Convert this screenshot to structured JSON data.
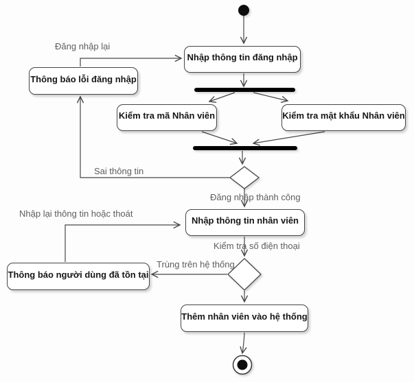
{
  "diagram": {
    "kind": "uml-activity-diagram",
    "nodes": {
      "start": {
        "type": "initial"
      },
      "login_input": {
        "label": "Nhập thông tin đăng nhập"
      },
      "fork": {
        "type": "fork-bar"
      },
      "check_code": {
        "label": "Kiểm tra mã Nhân viên"
      },
      "check_password": {
        "label": "Kiểm tra mật khẩu Nhân viên"
      },
      "join": {
        "type": "join-bar"
      },
      "decision_login": {
        "type": "decision"
      },
      "login_error": {
        "label": "Thông báo lỗi đăng nhập"
      },
      "employee_input": {
        "label": "Nhập thông tin nhân viên"
      },
      "decision_phone": {
        "type": "decision"
      },
      "user_exists": {
        "label": "Thông báo người dùng đã tồn tại"
      },
      "add_employee": {
        "label": "Thêm nhân viên vào hệ thống"
      },
      "end": {
        "type": "final"
      }
    },
    "edge_labels": {
      "relogin": "Đăng nhập lại",
      "wrong_info": "Sai thông tin",
      "login_success": "Đăng nhập thành công",
      "reenter_or_exit": "Nhập lại thông tin hoặc thoát",
      "check_phone": "Kiểm tra số điện thoại",
      "duplicate_on_system": "Trùng trên hệ thống"
    },
    "colors": {
      "node_fill": "#ffffff",
      "node_border": "#454545",
      "node_text": "#161616",
      "edge_line": "#474747",
      "edge_label_text": "#5d5d5d",
      "sync_bar": "#000000",
      "terminal_fill": "#0d0d0d",
      "background": "#fdfdfd"
    }
  }
}
